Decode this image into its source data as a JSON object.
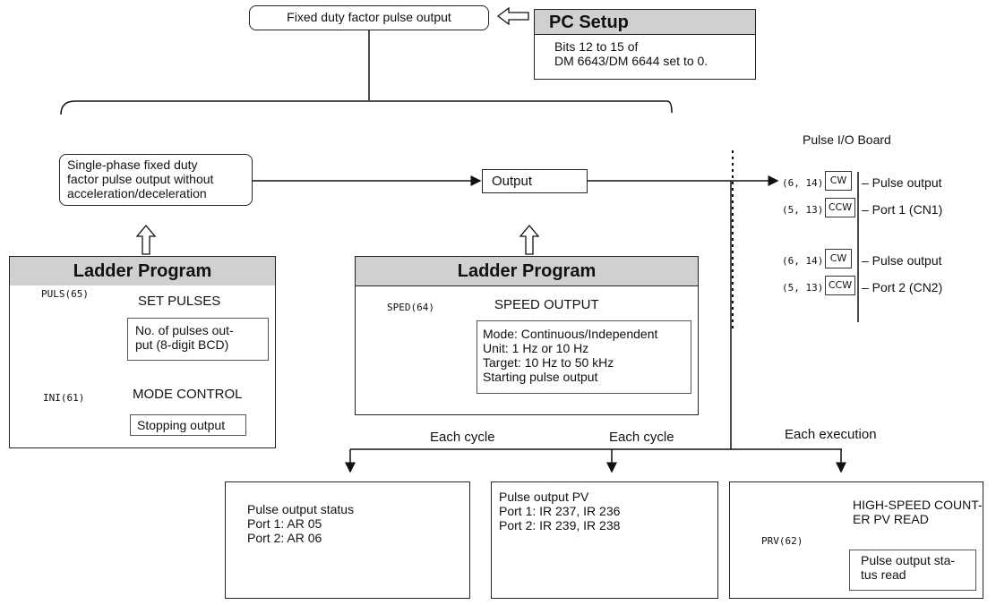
{
  "top": {
    "fixed_duty_label": "Fixed duty factor pulse output",
    "pc_setup_title": "PC Setup",
    "pc_setup_line1": "Bits 12 to 15 of",
    "pc_setup_line2": "DM 6643/DM 6644 set to 0."
  },
  "left_process": {
    "line1": "Single-phase fixed duty",
    "line2": "factor pulse output without",
    "line3": "acceleration/deceleration"
  },
  "output_label": "Output",
  "board": {
    "title": "Pulse I/O Board",
    "rows": [
      {
        "pins": "(6, 14)",
        "signal": "CW",
        "desc": "– Pulse output"
      },
      {
        "pins": "(5, 13)",
        "signal": "CCW",
        "desc": "– Port 1 (CN1)"
      },
      {
        "pins": "(6, 14)",
        "signal": "CW",
        "desc": "– Pulse output"
      },
      {
        "pins": "(5, 13)",
        "signal": "CCW",
        "desc": "– Port 2 (CN2)"
      }
    ]
  },
  "ladder_left": {
    "title": "Ladder Program",
    "instr1": "PULS(65)",
    "instr1_name": "SET PULSES",
    "instr1_note1": "No. of pulses out-",
    "instr1_note2": "put (8-digit BCD)",
    "instr2": "INI(61)",
    "instr2_name": "MODE CONTROL",
    "instr2_note": "Stopping output"
  },
  "ladder_mid": {
    "title": "Ladder Program",
    "instr": "SPED(64)",
    "instr_name": "SPEED OUTPUT",
    "note1": "Mode: Continuous/Independent",
    "note2": "Unit: 1 Hz or 10 Hz",
    "note3": "Target: 10 Hz to 50 kHz",
    "note4": "Starting pulse output"
  },
  "timing": {
    "cycle1": "Each cycle",
    "cycle2": "Each cycle",
    "execution": "Each execution"
  },
  "status_box": {
    "line1": "Pulse output status",
    "line2": "Port 1: AR 05",
    "line3": "Port 2: AR 06"
  },
  "pv_box": {
    "line1": "Pulse output PV",
    "line2": "Port 1: IR 237, IR 236",
    "line3": "Port 2: IR 239, IR 238"
  },
  "prv_box": {
    "instr": "PRV(62)",
    "name1": "HIGH-SPEED COUNT-",
    "name2": "ER PV READ",
    "note1": "Pulse output sta-",
    "note2": "tus read"
  }
}
